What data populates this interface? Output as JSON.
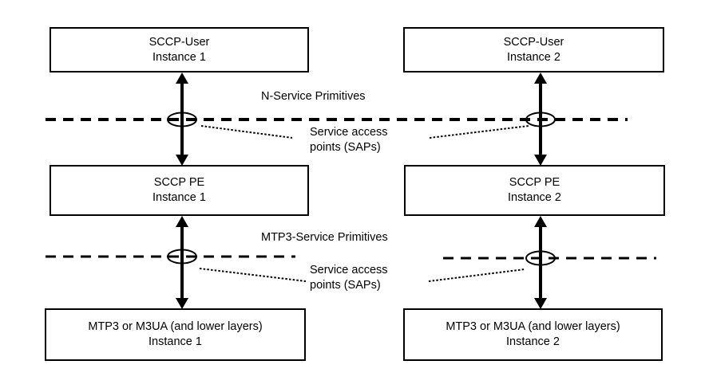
{
  "diagram": {
    "boxes": [
      {
        "line1": "SCCP-User",
        "line2": "Instance 1"
      },
      {
        "line1": "SCCP-User",
        "line2": "Instance 2"
      },
      {
        "line1": "SCCP PE",
        "line2": "Instance 1"
      },
      {
        "line1": "SCCP PE",
        "line2": "Instance 2"
      },
      {
        "line1": "MTP3 or M3UA (and lower layers)",
        "line2": "Instance 1"
      },
      {
        "line1": "MTP3 or M3UA (and lower layers)",
        "line2": "Instance 2"
      }
    ],
    "labels": {
      "n_service_primitives": "N-Service Primitives",
      "mtp3_service_primitives": "MTP3-Service Primitives",
      "sap_top": {
        "line1": "Service access",
        "line2": "points (SAPs)"
      },
      "sap_bottom": {
        "line1": "Service access",
        "line2": "points (SAPs)"
      }
    },
    "colors": {
      "ink": "#000000",
      "background": "#ffffff"
    }
  }
}
